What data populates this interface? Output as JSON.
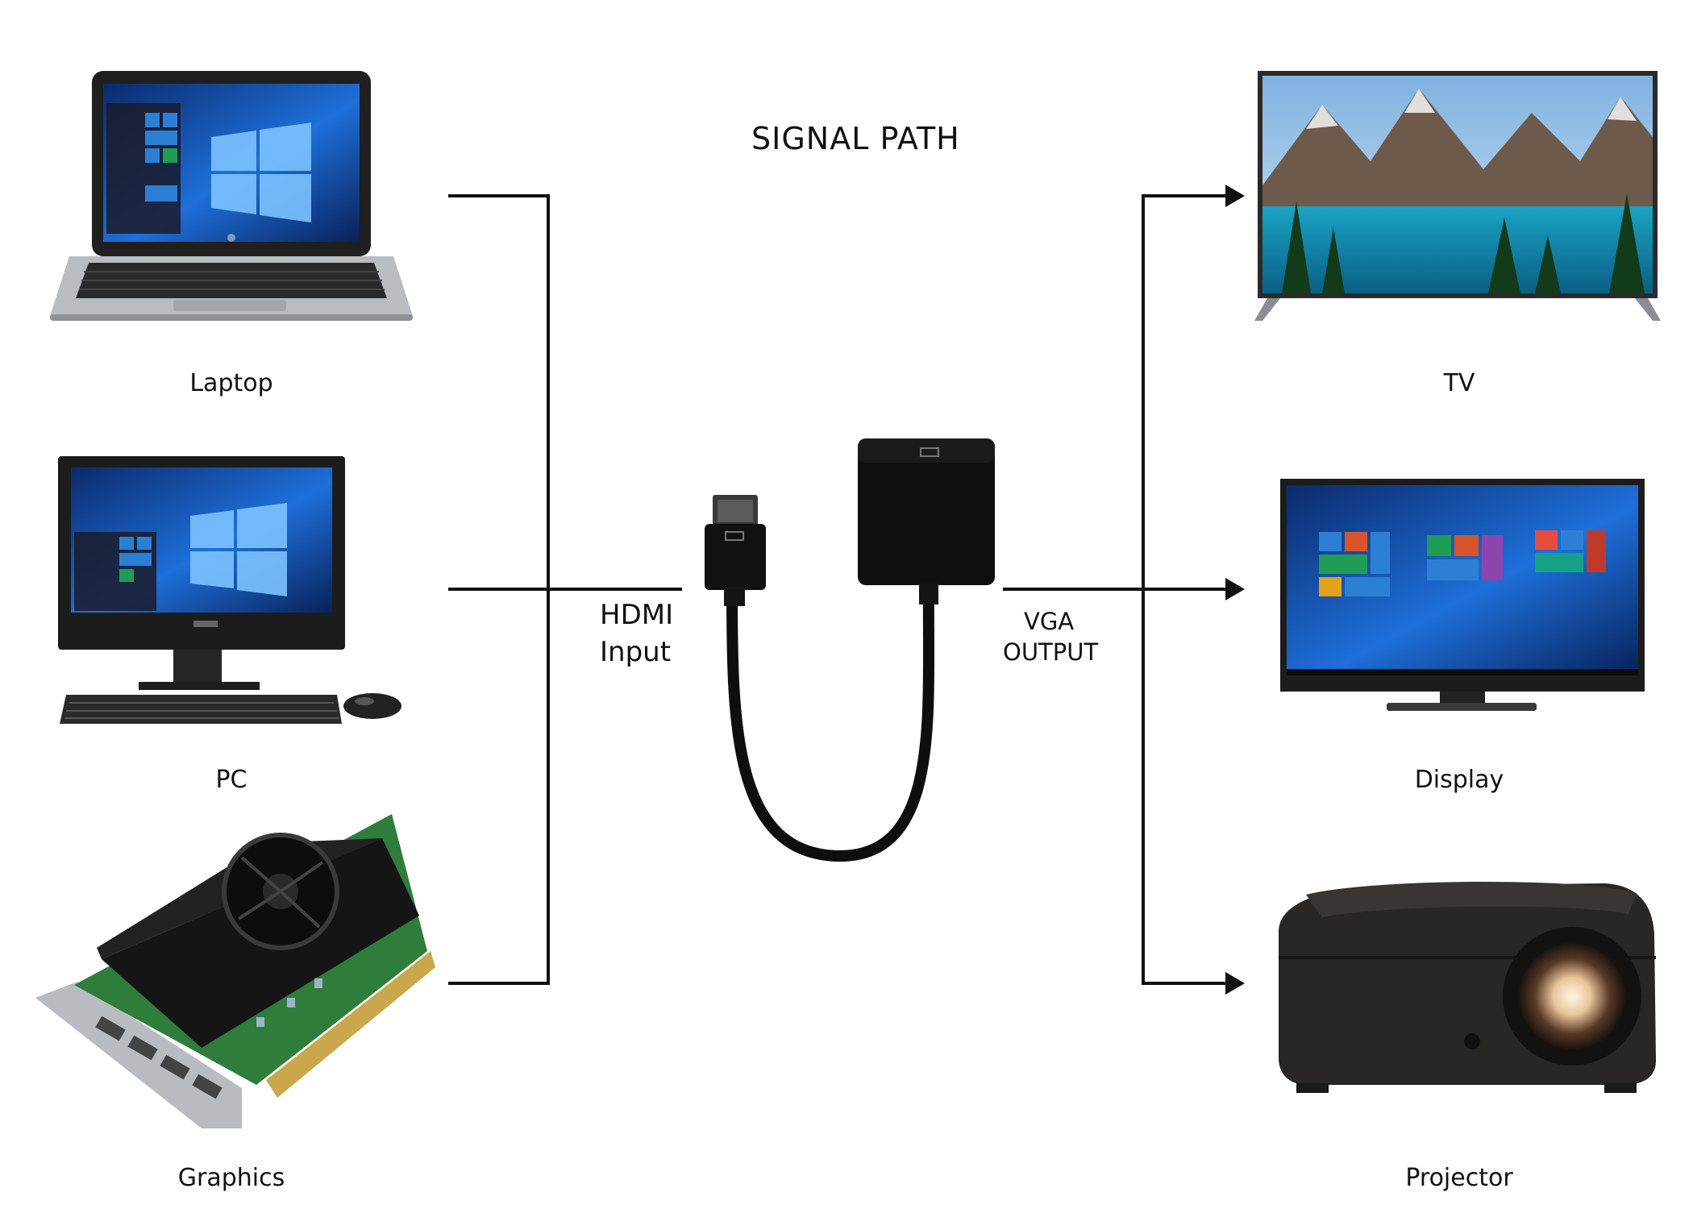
{
  "diagram": {
    "title": "SIGNAL PATH",
    "inputs": [
      {
        "label": "Laptop",
        "icon": "laptop-icon"
      },
      {
        "label": "PC",
        "icon": "desktop-pc-icon"
      },
      {
        "label": "Graphics",
        "icon": "graphics-card-icon"
      }
    ],
    "outputs": [
      {
        "label": "TV",
        "icon": "tv-icon"
      },
      {
        "label": "Display",
        "icon": "monitor-icon"
      },
      {
        "label": "Projector",
        "icon": "projector-icon"
      }
    ],
    "adapter": {
      "input_line1": "HDMI",
      "input_line2": "Input",
      "output_line1": "VGA",
      "output_line2": "OUTPUT",
      "icon": "hdmi-to-vga-adapter-icon"
    }
  },
  "colors": {
    "line": "#111111",
    "device_dark": "#1a1a1a",
    "screen_blue": "#1565c0",
    "pcb_green": "#2e7d32"
  }
}
